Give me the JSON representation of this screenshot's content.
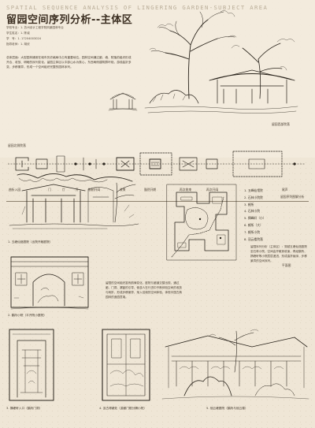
{
  "header": {
    "en_title": "SPATIAL SEQUENCE ANALYSIS OF LINGERING GARDEN-SUBJECT AREA",
    "cn_title": "留园空间序列分析--主体区",
    "meta": [
      "学校专业：1. 苏州设计工程学院风景园林专业",
      "学生姓名：1. 陈诚",
      "学　号：1. 17204003024",
      "指导老师：1. 胡欣"
    ]
  },
  "intro_text": "总体层面：大型园林通常在城市历史格局中占有重要地位，园林空间通过廊、墙、院落的组织形成开合、收放、明暗的序列变化。留园主体区以中部山水为核心，东西两侧建筑群环绕，游线曲折多变，步移景异，形成一个空间组织完整的园林序列。",
  "top_sketch_caption": "留园西部院落",
  "sequence": {
    "plan_label": "留园北侧院落",
    "labels": [
      "曲折入园",
      "门",
      "厅",
      "开",
      "制制开阔",
      "收束",
      "豁然开朗",
      "再次收束",
      "再次开阔",
      "尾声"
    ],
    "subcaption": "留园序列图解分析"
  },
  "plan": {
    "legend": [
      "1. 五峰仙馆院",
      "2. 石林小院院",
      "3. 鹤所",
      "4. 石林小院",
      "5. 揖峰轩（小）",
      "6. 鹤所（大）",
      "7. 鹤所小院",
      "8. 冠云楼院落"
    ],
    "plan_caption": "平面图",
    "analysis_text": "留园序列分析（主体区）：穿越五峰仙馆庭院至石林小院，空间由开敞到收束，再经鹤所、揖峰轩等小院层层递进，形成曲折幽深、步移景异的空间序列。"
  },
  "middle_text": "留园的空间组织富有韵律变化，庭院与廊道交替出现，通过廊、门洞、漏窗的引导，使游人在行进中不断体验空间的收放与转折，形成步移景异、渐入佳境的空间体验，体现中国古典园林的造园意境。",
  "sketch_captions": [
    "1. 五峰仙馆庭院（出院开敞庭院）",
    "2. 鹤所小院（平开院小庭院）",
    "3. 揖峰轩入口（鹤所门洞）",
    "4. 汲古得绠处（游廊门框分隔小院）",
    "5. 冠云峰庭院（鹤所与冠云楼）"
  ]
}
